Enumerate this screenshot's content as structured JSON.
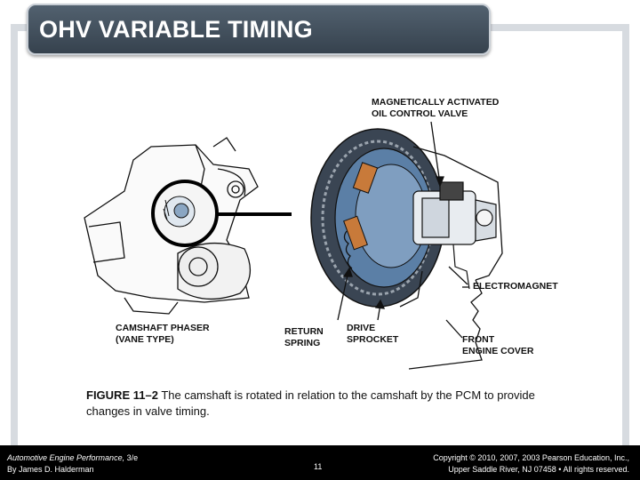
{
  "slide": {
    "title": "OHV VARIABLE TIMING"
  },
  "diagram": {
    "labels": {
      "oil_valve_line1": "MAGNETICALLY ACTIVATED",
      "oil_valve_line2": "OIL CONTROL VALVE",
      "electromagnet": "ELECTROMAGNET",
      "phaser_line1": "CAMSHAFT PHASER",
      "phaser_line2": "(VANE TYPE)",
      "spring_line1": "RETURN",
      "spring_line2": "SPRING",
      "sprocket_line1": "DRIVE",
      "sprocket_line2": "SPROCKET",
      "cover_line1": "FRONT",
      "cover_line2": "ENGINE COVER"
    },
    "colors": {
      "phaser_blue": "#5b7fa6",
      "vane_orange": "#c87a3a"
    }
  },
  "caption": {
    "figure": "FIGURE 11–2",
    "text": " The camshaft is rotated in relation to the camshaft by the PCM to provide changes in valve timing."
  },
  "footer": {
    "book_title": "Automotive Engine Performance,",
    "edition": " 3/e",
    "author": "By James D. Halderman",
    "page": "11",
    "copyright_line1": "Copyright © 2010, 2007, 2003 Pearson Education, Inc.,",
    "copyright_line2": "Upper Saddle River, NJ 07458 • All rights reserved."
  }
}
